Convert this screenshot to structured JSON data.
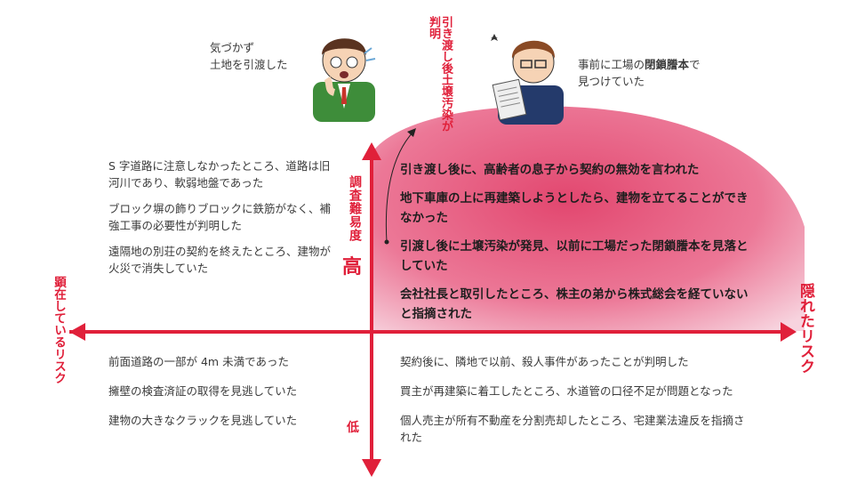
{
  "characters": {
    "left_caption": [
      "気づかず",
      "土地を引渡した"
    ],
    "right_caption": [
      "事前に工場の",
      "閉鎖謄本",
      "で",
      "見つけていた"
    ]
  },
  "arrow_note": "引き渡し後土壌汚染が判明",
  "axis": {
    "top": "調査難易度",
    "top_high": "高",
    "bottom_low": "低",
    "left": "顕在しているリスク",
    "right": "隠れたリスク"
  },
  "quadrants": {
    "top_left": [
      "S 字道路に注意しなかったところ、道路は旧河川であり、軟弱地盤であった",
      "ブロック塀の飾りブロックに鉄筋がなく、補強工事の必要性が判明した",
      "遠隔地の別荘の契約を終えたところ、建物が火災で消失していた"
    ],
    "top_right": [
      "引き渡し後に、高齢者の息子から契約の無効を言われた",
      "地下車庫の上に再建築しようとしたら、建物を立てることができなかった",
      "引渡し後に土壌汚染が発見、以前に工場だった閉鎖謄本を見落としていた",
      "会社社長と取引したところ、株主の弟から株式総会を経ていないと指摘された"
    ],
    "bottom_left": [
      "前面道路の一部が 4m 未満であった",
      "擁壁の検査済証の取得を見逃していた",
      "建物の大きなクラックを見逃していた"
    ],
    "bottom_right": [
      "契約後に、隣地で以前、殺人事件があったことが判明した",
      "買主が再建築に着工したところ、水道管の口径不足が問題となった",
      "個人売主が所有不動産を分割売却したところ、宅建業法違反を指摘された"
    ]
  },
  "colors": {
    "axis_red": "#e0203a",
    "pink": "#e8577f"
  }
}
